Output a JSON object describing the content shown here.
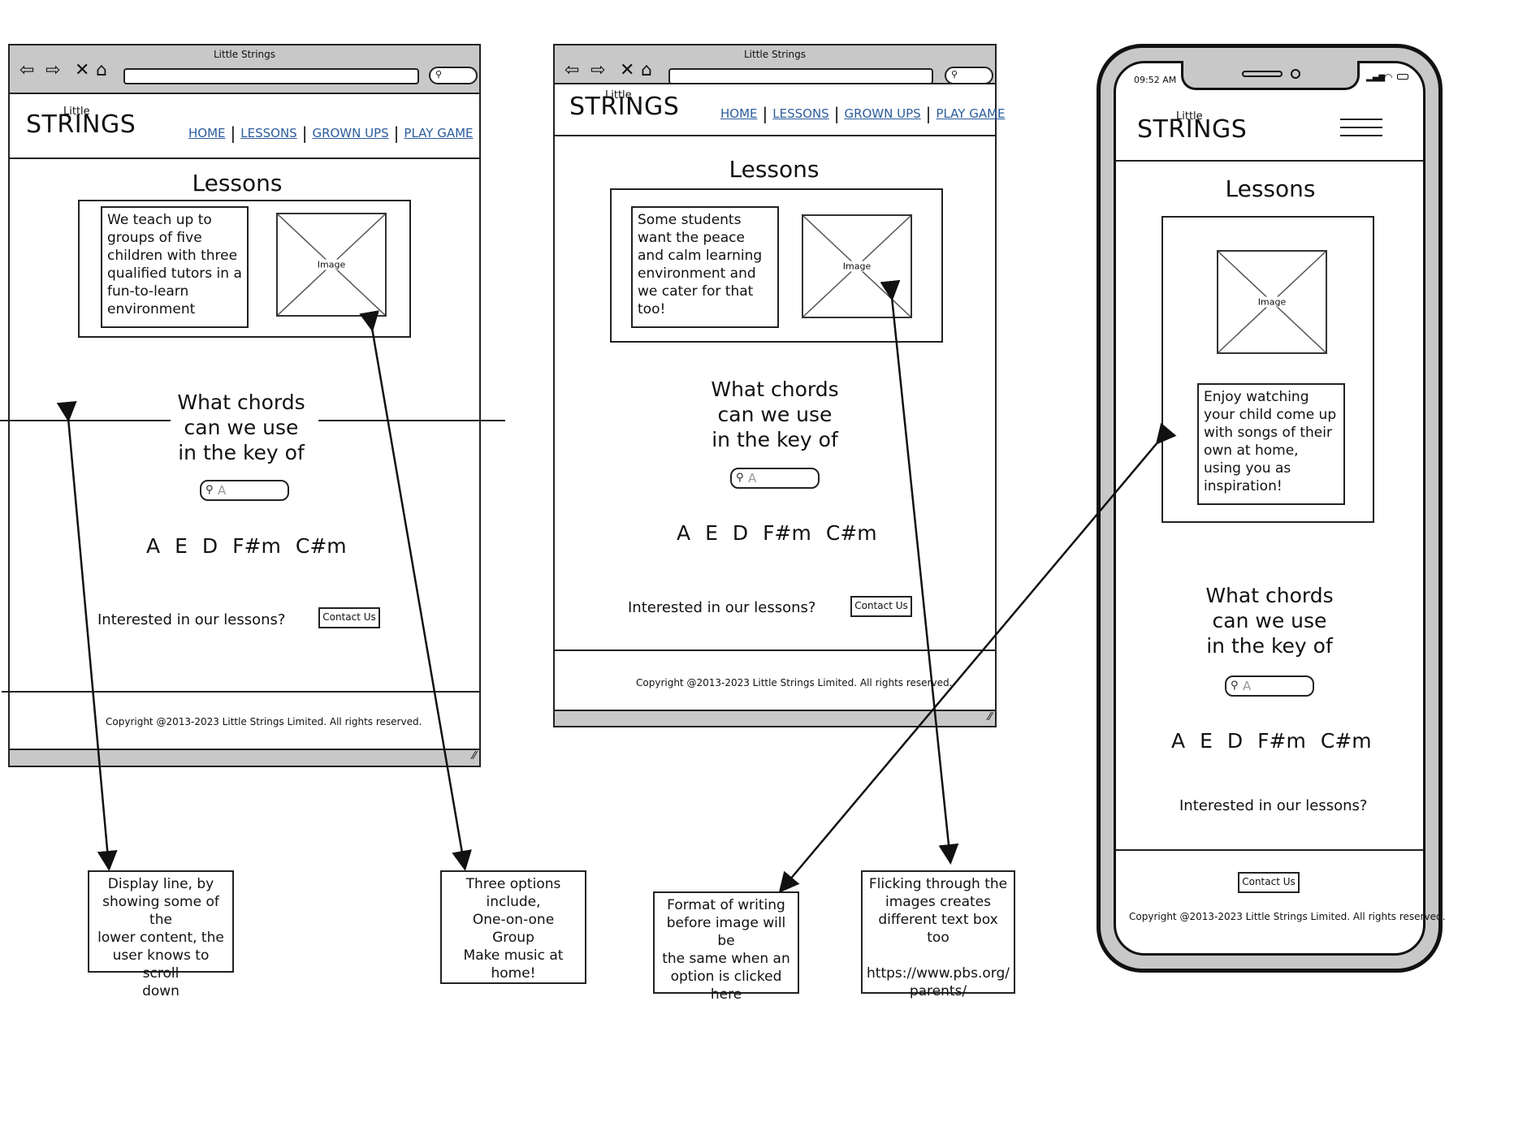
{
  "site": {
    "window_title": "Little Strings",
    "logo_small": "Little",
    "logo_main": "STRINGS",
    "nav": [
      "HOME",
      "LESSONS",
      "GROWN UPS",
      "PLAY GAME"
    ],
    "heading": "Lessons",
    "chords_question": "What chords can we use in the key of",
    "search_value": "A",
    "chords": [
      "A",
      "E",
      "D",
      "F#m",
      "C#m"
    ],
    "interest_text": "Interested in our lessons?",
    "contact_button": "Contact Us",
    "copyright": "Copyright @2013-2023 Little Strings Limited. All rights reserved.",
    "image_label": "Image"
  },
  "mockups": {
    "desktop_text": "We teach up to groups of five children with three qualified tutors in a fun-to-learn environment",
    "tablet_text": "Some students want the peace and calm learning environment and we cater for that too!",
    "mobile_text": "Enjoy watching your child come up with songs of their own at home, using you as inspiration!",
    "phone_time": "09:52 AM"
  },
  "notes": [
    "Display line, by\nshowing some of the\nlower content, the\nuser knows to scroll\ndown",
    "Three options\ninclude,\nOne-on-one\nGroup\nMake music at\nhome!",
    "Format of writing\nbefore image will be\nthe same when an\noption is clicked\nhere",
    "Flicking through the\nimages creates\ndifferent text box too\n\nhttps://www.pbs.org/\nparents/"
  ],
  "icons": [
    "back-arrow-icon",
    "forward-arrow-icon",
    "close-icon",
    "home-icon",
    "search-icon",
    "hamburger-menu-icon",
    "signal-icon",
    "wifi-icon",
    "battery-icon",
    "resize-grip-icon"
  ]
}
